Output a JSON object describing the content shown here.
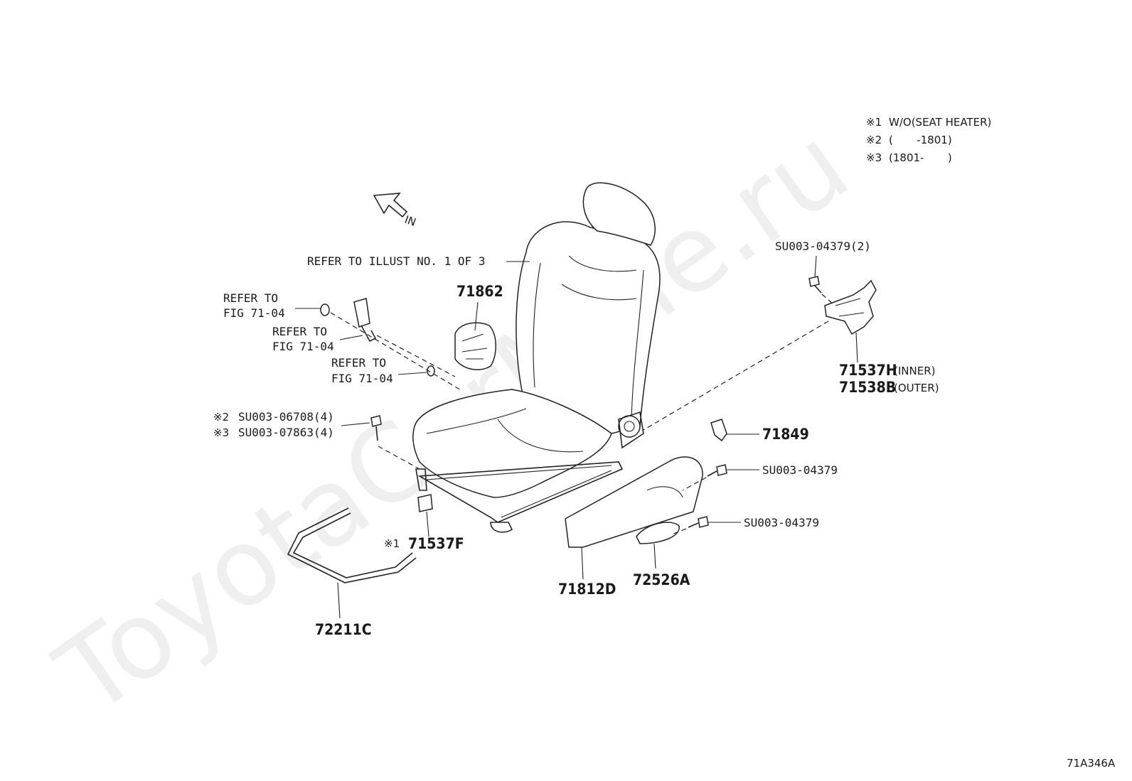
{
  "watermark": "ToyotaCarMine.ru",
  "diagram_id": "71A346A",
  "direction_label": "IN",
  "notes": [
    {
      "mark": "※1",
      "text": "W/O(SEAT HEATER)"
    },
    {
      "mark": "※2",
      "text": "(       -1801)"
    },
    {
      "mark": "※3",
      "text": "(1801-       )"
    }
  ],
  "refer_illust": "REFER TO ILLUST NO. 1 OF 3",
  "refer_fig_a": [
    "REFER TO",
    "FIG 71-04"
  ],
  "refer_fig_b": [
    "REFER TO",
    "FIG 71-04"
  ],
  "refer_fig_c": [
    "REFER TO",
    "FIG 71-04"
  ],
  "parts": {
    "p71862": "71862",
    "su_2": "SU003-04379(2)",
    "p71537h": "71537H",
    "p71537h_note": "(INNER)",
    "p71538b": "71538B",
    "p71538b_note": "(OUTER)",
    "su06708_mark": "※2",
    "su06708": "SU003-06708(4)",
    "su07863_mark": "※3",
    "su07863": "SU003-07863(4)",
    "p71849": "71849",
    "su_a": "SU003-04379",
    "su_b": "SU003-04379",
    "p71537f_mark": "※1",
    "p71537f": "71537F",
    "p71812d": "71812D",
    "p72526a": "72526A",
    "p72211c": "72211C"
  }
}
